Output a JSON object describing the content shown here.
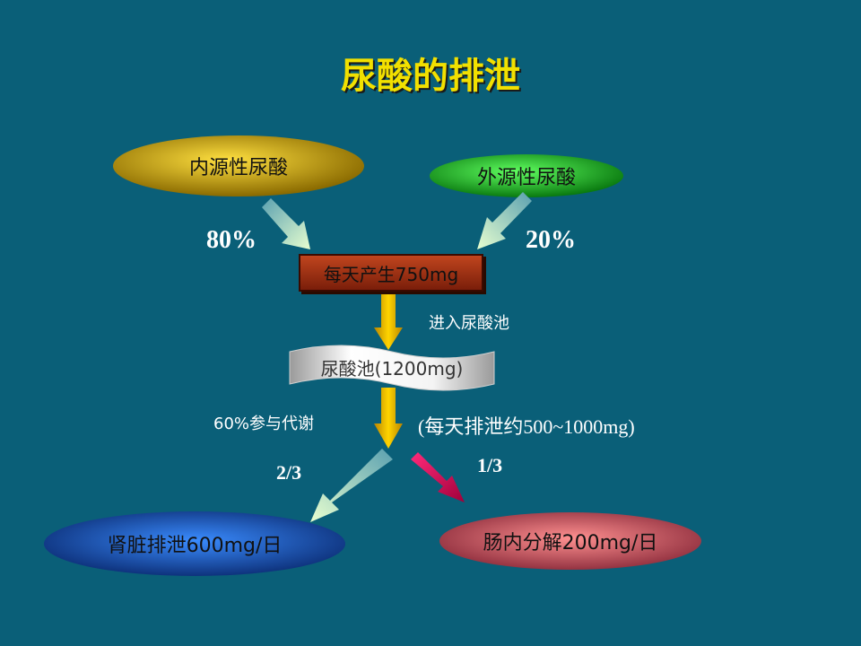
{
  "title": "尿酸的排泄",
  "nodes": {
    "endogenous": "内源性尿酸",
    "exogenous": "外源性尿酸",
    "daily_production": "每天产生750mg",
    "pool": "尿酸池(1200mg)",
    "kidney": "肾脏排泄600mg/日",
    "intestine": "肠内分解200mg/日"
  },
  "labels": {
    "endogenous_pct": "80%",
    "exogenous_pct": "20%",
    "enter_pool": "进入尿酸池",
    "metabolism": "60%参与代谢",
    "daily_excretion": "(每天排泄约500~1000mg)",
    "kidney_fraction": "2/3",
    "intestine_fraction": "1/3"
  },
  "colors": {
    "background": "#0a5f78",
    "title": "#f2e000",
    "endogenous": "#d4a800",
    "exogenous": "#20c020",
    "daily_production": "#a83216",
    "kidney": "#1f5cb8",
    "intestine": "#e88080",
    "arrow_pale": "#c8f0b0",
    "arrow_gold": "#e8b800",
    "arrow_red": "#e0105a"
  }
}
